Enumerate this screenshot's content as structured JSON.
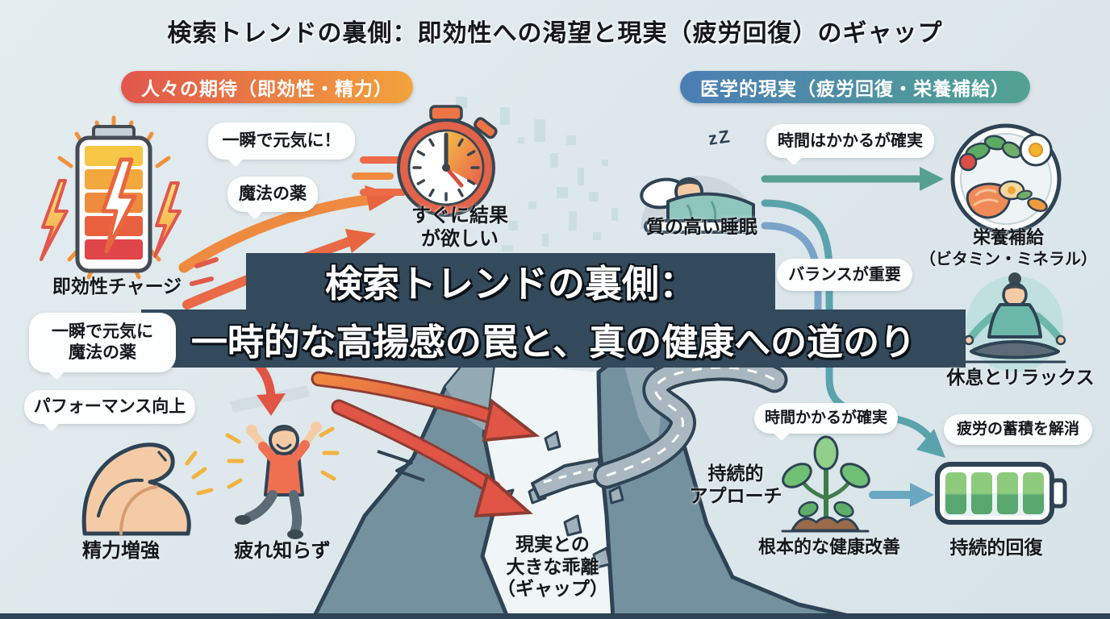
{
  "title": "検索トレンドの裏側：即効性への渇望と現実（疲労回復）のギャップ",
  "overlay": {
    "line1": "検索トレンドの裏側：",
    "line2": "一時的な高揚感の罠と、真の健康への道のり"
  },
  "left": {
    "header": "人々の期待（即効性・精力）",
    "battery_label": "即効性チャージ",
    "bubble_instant": "一瞬で元気に！",
    "bubble_magic": "魔法の薬",
    "stopwatch_line1": "すぐに結果",
    "stopwatch_line2": "が欲しい",
    "bubble_combo_line1": "一瞬で元気に",
    "bubble_combo_line2": "魔法の薬",
    "bubble_performance": "パフォーマンス向上",
    "muscle_label": "精力増強",
    "jump_label": "疲れ知らず"
  },
  "center": {
    "gap_line1": "現実との",
    "gap_line2": "大きな乖離",
    "gap_line3": "（ギャップ）",
    "approach_line1": "持続的",
    "approach_line2": "アプローチ"
  },
  "right": {
    "header": "医学的現実（疲労回復・栄養補給）",
    "sleep_label": "質の高い睡眠",
    "sleep_zs": "zZ",
    "bubble_time_certain": "時間はかかるが確実",
    "nutrition_line1": "栄養補給",
    "nutrition_line2": "（ビタミン・ミネラル）",
    "bubble_balance": "バランスが重要",
    "relax_label": "休息とリラックス",
    "bubble_time_certain2": "時間かかるが確実",
    "bubble_fatigue": "疲労の蓄積を解消",
    "plant_label": "根本的な健康改善",
    "battery_label": "持続的回復"
  },
  "colors": {
    "background": "#dde7eb",
    "expectation_gradient_start": "#e1564b",
    "expectation_gradient_end": "#f3a33c",
    "reality_gradient_start": "#4b7db4",
    "reality_gradient_end": "#52a393",
    "overlay_box": "#33495c",
    "fall_arrow_red": "#e05545",
    "flow_teal": "#57a08f",
    "flow_blue": "#7aa3c9",
    "cliff_gray": "#74919f"
  }
}
